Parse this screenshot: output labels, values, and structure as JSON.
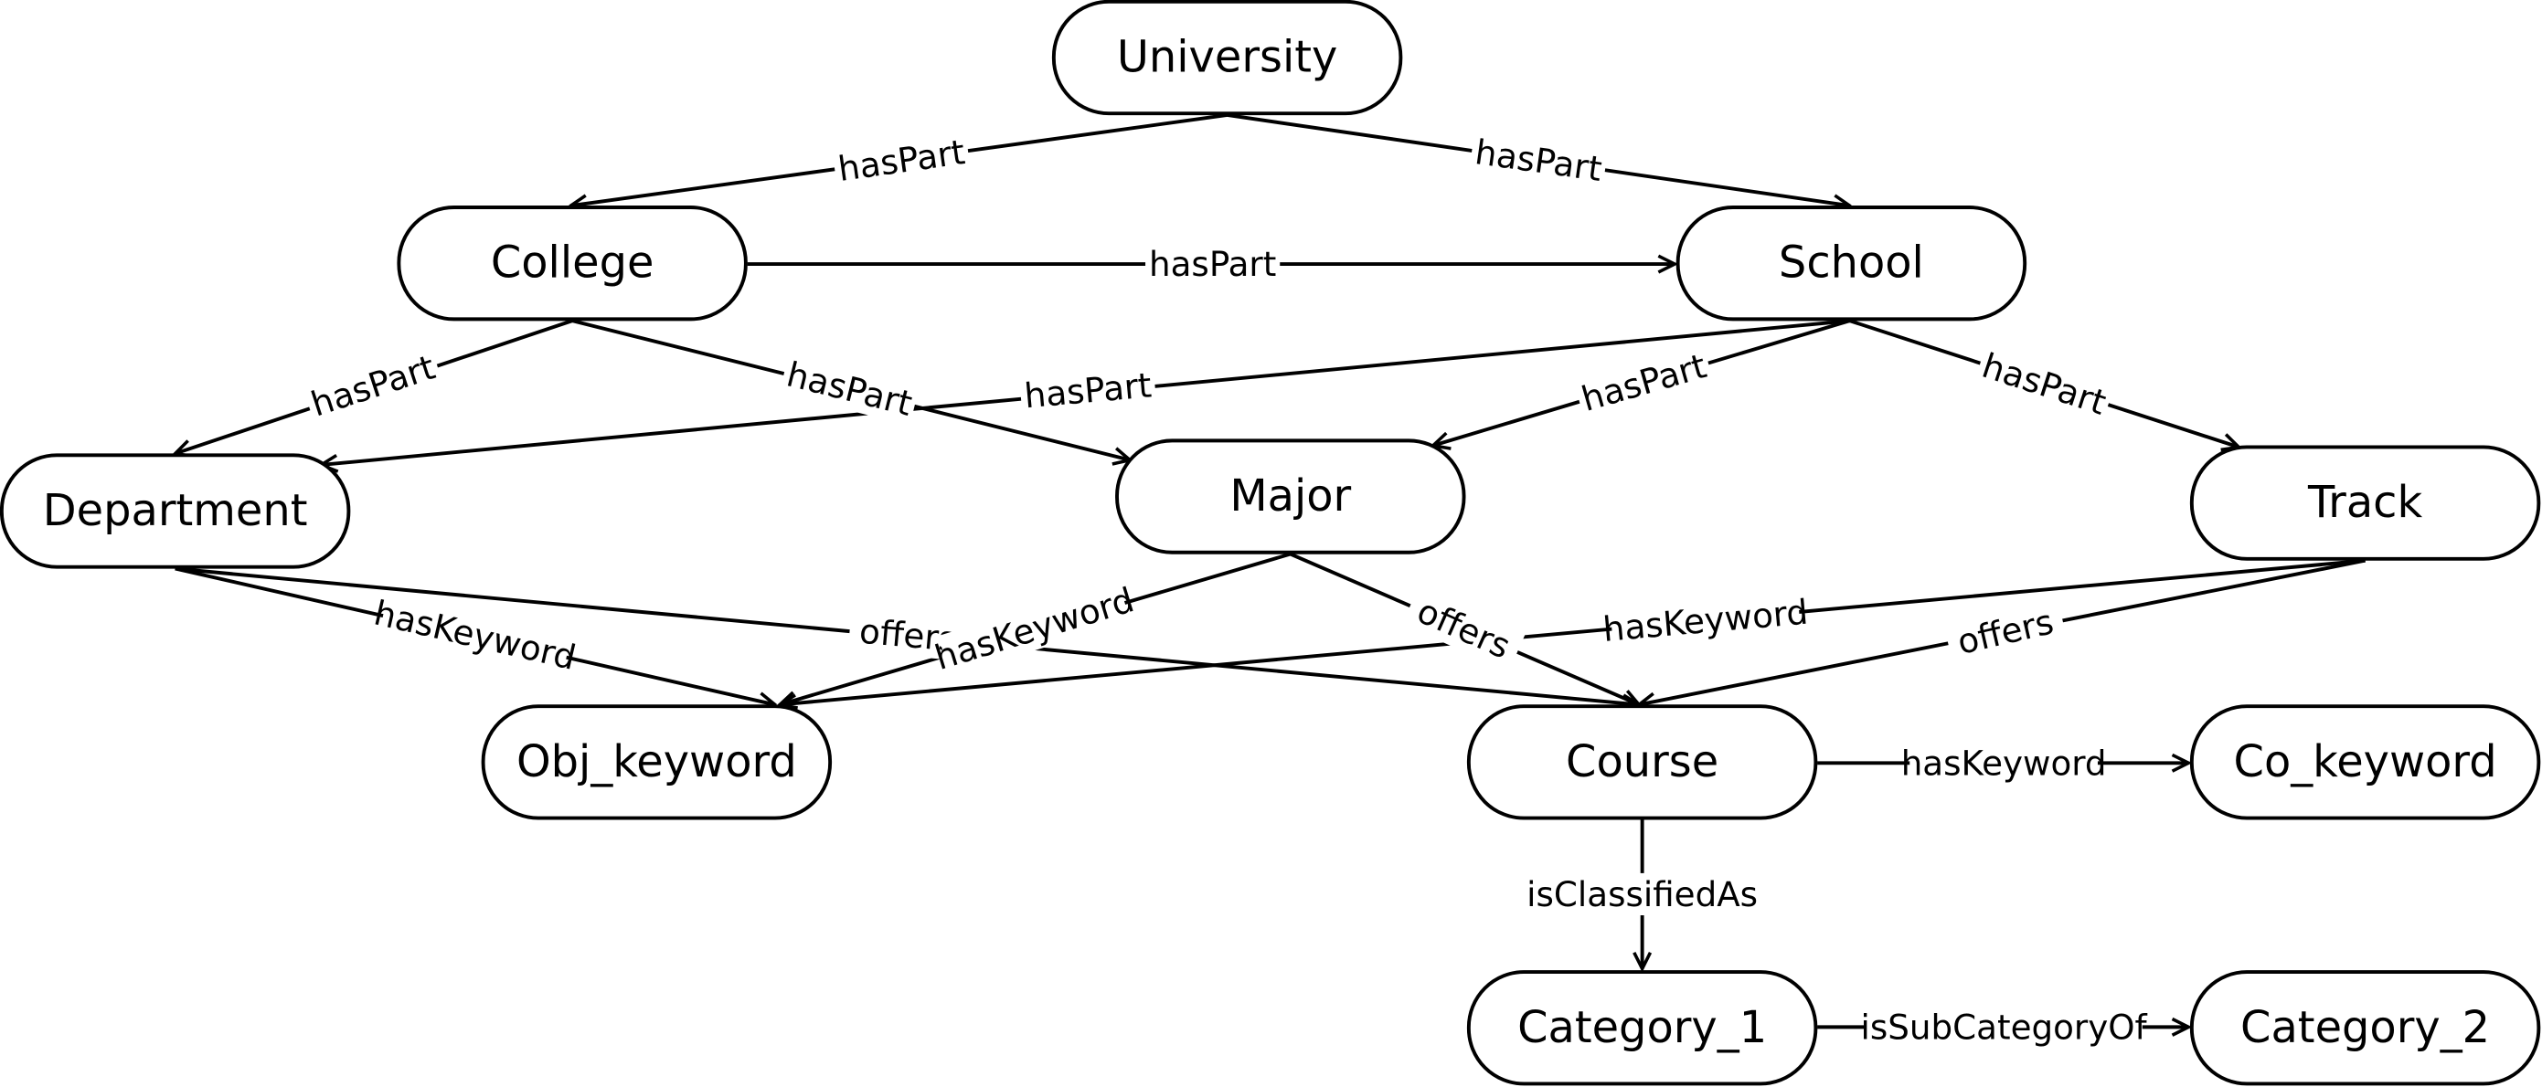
{
  "diagram": {
    "type": "ontology-graph",
    "nodes": [
      {
        "id": "university",
        "label": "University"
      },
      {
        "id": "college",
        "label": "College"
      },
      {
        "id": "school",
        "label": "School"
      },
      {
        "id": "department",
        "label": "Department"
      },
      {
        "id": "major",
        "label": "Major"
      },
      {
        "id": "track",
        "label": "Track"
      },
      {
        "id": "obj_keyword",
        "label": "Obj_keyword"
      },
      {
        "id": "course",
        "label": "Course"
      },
      {
        "id": "co_keyword",
        "label": "Co_keyword"
      },
      {
        "id": "category_1",
        "label": "Category_1"
      },
      {
        "id": "category_2",
        "label": "Category_2"
      }
    ],
    "edges": [
      {
        "from": "university",
        "to": "college",
        "label": "hasPart"
      },
      {
        "from": "university",
        "to": "school",
        "label": "hasPart"
      },
      {
        "from": "college",
        "to": "school",
        "label": "hasPart"
      },
      {
        "from": "college",
        "to": "department",
        "label": "hasPart"
      },
      {
        "from": "college",
        "to": "major",
        "label": "hasPart"
      },
      {
        "from": "school",
        "to": "department",
        "label": "hasPart"
      },
      {
        "from": "school",
        "to": "major",
        "label": "hasPart"
      },
      {
        "from": "school",
        "to": "track",
        "label": "hasPart"
      },
      {
        "from": "department",
        "to": "obj_keyword",
        "label": "hasKeyword"
      },
      {
        "from": "department",
        "to": "course",
        "label": "offers"
      },
      {
        "from": "major",
        "to": "obj_keyword",
        "label": "hasKeyword"
      },
      {
        "from": "major",
        "to": "course",
        "label": "offers"
      },
      {
        "from": "track",
        "to": "obj_keyword",
        "label": "hasKeyword"
      },
      {
        "from": "track",
        "to": "course",
        "label": "offers"
      },
      {
        "from": "course",
        "to": "co_keyword",
        "label": "hasKeyword"
      },
      {
        "from": "course",
        "to": "category_1",
        "label": "isClassifiedAs"
      },
      {
        "from": "category_1",
        "to": "category_2",
        "label": "isSubCategoryOf"
      }
    ]
  }
}
